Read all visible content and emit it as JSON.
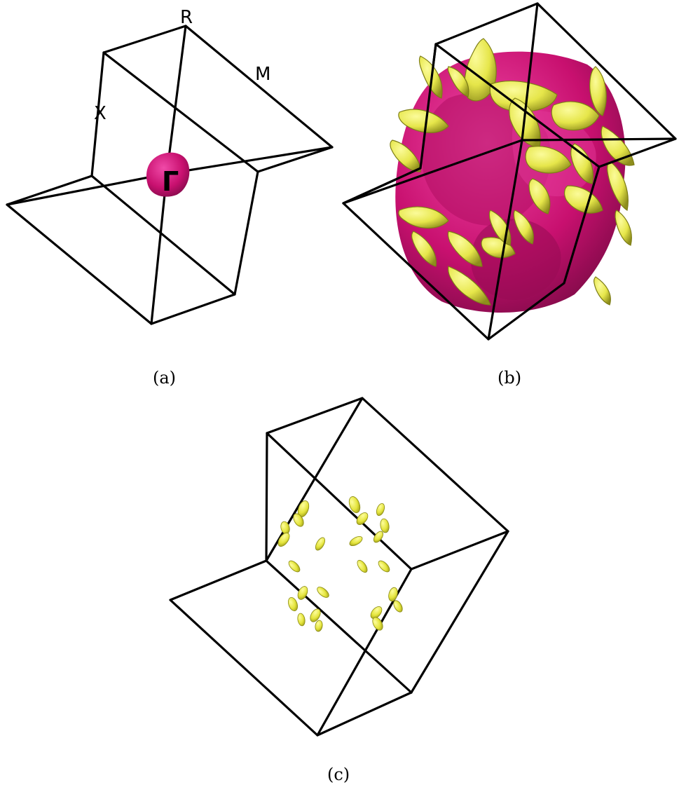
{
  "panels": [
    {
      "id": "a",
      "caption": "(a)",
      "points": {
        "R": "R",
        "M": "M",
        "X": "X",
        "Gamma": "Γ"
      },
      "surface_color": "#d4127e"
    },
    {
      "id": "b",
      "caption": "(b)",
      "surface_colors": {
        "magenta": "#c8106f",
        "yellow": "#e6e64a"
      }
    },
    {
      "id": "c",
      "caption": "(c)",
      "pocket_color": "#e4e43c"
    }
  ]
}
